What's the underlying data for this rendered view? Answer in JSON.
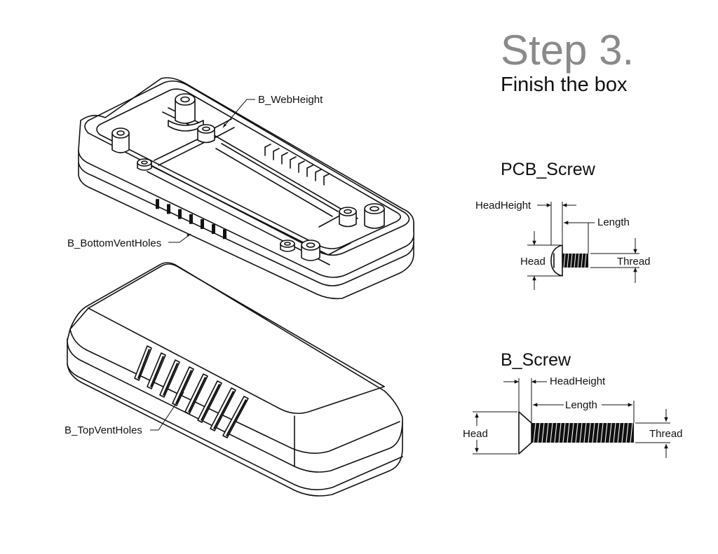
{
  "title": {
    "step": "Step 3.",
    "subtitle": "Finish the box"
  },
  "callouts": {
    "web_height": "B_WebHeight",
    "bottom_vent_holes": "B_BottomVentHoles",
    "top_vent_holes": "B_TopVentHoles"
  },
  "pcb_screw": {
    "heading": "PCB_Screw",
    "head_height": "HeadHeight",
    "length": "Length",
    "head": "Head",
    "thread": "Thread"
  },
  "b_screw": {
    "heading": "B_Screw",
    "head_height": "HeadHeight",
    "length": "Length",
    "head": "Head",
    "thread": "Thread"
  }
}
